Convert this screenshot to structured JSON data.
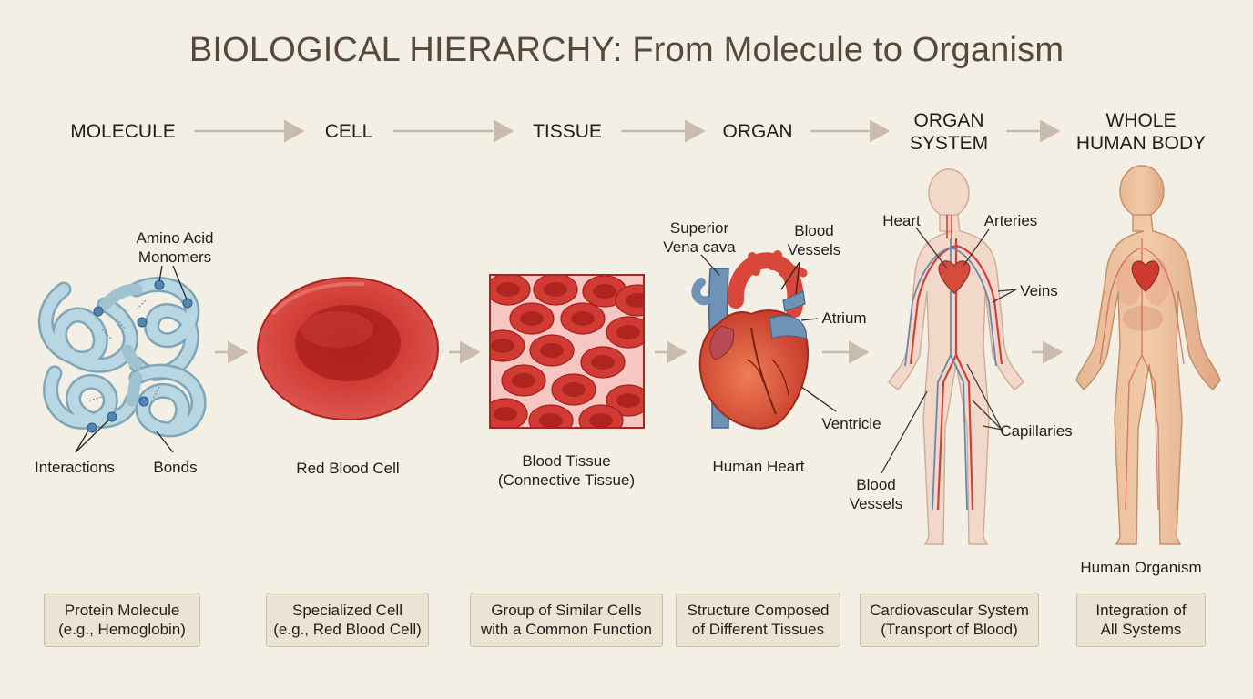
{
  "title": "BIOLOGICAL HIERARCHY: From Molecule to Organism",
  "stages": [
    {
      "key": "molecule",
      "label": "MOLECULE",
      "caption": "",
      "box": "Protein Molecule\n(e.g., Hemoglobin)"
    },
    {
      "key": "cell",
      "label": "CELL",
      "caption": "Red Blood Cell",
      "box": "Specialized Cell\n(e.g., Red Blood Cell)"
    },
    {
      "key": "tissue",
      "label": "TISSUE",
      "caption": "Blood Tissue\n(Connective Tissue)",
      "box": "Group of Similar Cells\nwith a Common Function"
    },
    {
      "key": "organ",
      "label": "ORGAN",
      "caption": "Human Heart",
      "box": "Structure Composed\nof Different Tissues"
    },
    {
      "key": "organ_system",
      "label": "ORGAN\nSYSTEM",
      "caption": "",
      "box": "Cardiovascular System\n(Transport of Blood)"
    },
    {
      "key": "body",
      "label": "WHOLE\nHUMAN BODY",
      "caption": "Human Organism",
      "box": "Integration of\nAll Systems"
    }
  ],
  "molecule_labels": {
    "monomers": "Amino Acid\nMonomers",
    "interactions": "Interactions",
    "bonds": "Bonds"
  },
  "organ_labels": {
    "vena_cava": "Superior\nVena cava",
    "vessels": "Blood\nVessels",
    "atrium": "Atrium",
    "ventricle": "Ventricle"
  },
  "system_labels": {
    "heart": "Heart",
    "arteries": "Arteries",
    "veins": "Veins",
    "capillaries": "Capillaries",
    "vessels": "Blood\nVessels"
  },
  "colors": {
    "background": "#f3efe4",
    "arrow": "#c9bcae",
    "blood_red": "#c9302c",
    "vein_blue": "#5b7fa6",
    "protein": "#a9c9d6",
    "skin": "#e6b38f"
  }
}
